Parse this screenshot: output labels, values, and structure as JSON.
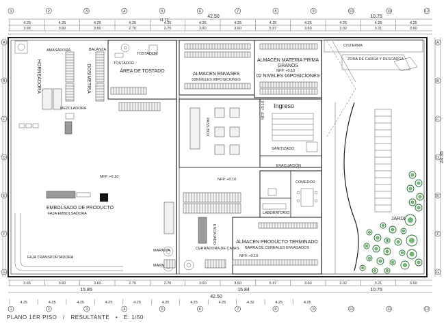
{
  "dims": {
    "overall_top": "42.50",
    "overall_top_right": "10.75",
    "overall_bottom_left": "15.85",
    "overall_bottom_mid": "15.84",
    "overall_bottom_total": "42.50",
    "overall_bottom_right": "10.75",
    "mid_top": "11.72",
    "right_side": "24.35",
    "top_row": [
      "4.25",
      "4.25",
      "4.25",
      "4.25",
      "4.25",
      "4.25",
      "4.25",
      "4.25",
      "4.25",
      "4.25",
      "4.25",
      "4.25"
    ],
    "top_sub": [
      "3.65",
      "3.60",
      "3.60",
      "2.70",
      "2.75",
      "3.60",
      "3.60",
      "5.97",
      "3.60",
      "3.02",
      "3.21",
      "3.60"
    ],
    "bottom_sub": [
      "3.65",
      "3.60",
      "3.60",
      "2.75",
      "2.70",
      "3.60",
      "3.60",
      "5.97",
      "3.60",
      "3.02",
      "3.21",
      "3.60"
    ],
    "bottom_row": [
      "4.25",
      "4.25",
      "4.25",
      "4.25",
      "4.25",
      "4.25",
      "4.25",
      "4.25",
      "4.32",
      "4.25",
      "4.25"
    ]
  },
  "axes": {
    "top": [
      "1",
      "2",
      "3",
      "4",
      "5",
      "6",
      "7",
      "8",
      "9",
      "10",
      "11",
      "12"
    ],
    "bottom": [
      "1",
      "2",
      "3",
      "4",
      "5",
      "6",
      "7",
      "8",
      "9",
      "10",
      "11",
      "12"
    ],
    "left": [
      "A",
      "B",
      "C",
      "D",
      "E",
      "F",
      "G"
    ],
    "right": [
      "A",
      "B",
      "C",
      "D",
      "E",
      "F",
      "G"
    ]
  },
  "rooms": {
    "horneadora": "HORNEADORA",
    "dosimetria": "DOSIMETRIA",
    "amasadora": "AMASADORA",
    "balanza": "BALANZA",
    "tostador_1": "TOSTADOR",
    "tostador_2": "TOSTADOR",
    "area_tostado": "ÁREA DE TOSTADO",
    "mezcladora": "MEZCLADORA",
    "alm_envases": "ALMACEN ENVASES",
    "alm_envases_sub": "03NIVELES 28POSICIONES",
    "alm_mp": "ALMACEN MATERIA PRIMA",
    "alm_mp_2": "GRANOS",
    "alm_mp_sub": "02 NIVELES 16POSICIONES",
    "cisterna": "CISTERNA",
    "patio_carga": "ZONA DE CARGA Y DESCARGA",
    "ingreso": "Ingreso",
    "sanitizado": "SANITIZADO",
    "evacuacion": "EVACUACIÓN",
    "comedor": "COMEDOR",
    "laboratorio": "LABORATORIO",
    "pass_box": "PASS BOX",
    "embolsado": "EMBOLSADO DE PRODUCTO",
    "faja_embolsadora": "FAJA EMBOLSADORA",
    "faja_transportadora": "FAJA TRANSPORTADORA",
    "encajado": "ENCAJADO",
    "cerradora": "CERRADORA DE CAJAS",
    "marmita_1": "MARMITA",
    "marmita_2": "MARMITA",
    "alm_pt": "ALMACEN PRODUCTO TERMINADO",
    "alm_pt_sub": "BARRA DE CEREALES ENVASADOS",
    "jardin": "JARDIN"
  },
  "levels": {
    "nfp_1": "NFP. +0.10",
    "nfp_2": "NFP. +0.10",
    "nfp_3": "NFP. +0.10",
    "nfp_4": "NFP. +0.10",
    "nfp_5": "NFP. +0.10"
  },
  "title_block": {
    "plan": "PLANO 1ER PISO",
    "sep": "/",
    "name": "RESULTANTE",
    "bullet": "•",
    "scale": "E: 1/50"
  }
}
